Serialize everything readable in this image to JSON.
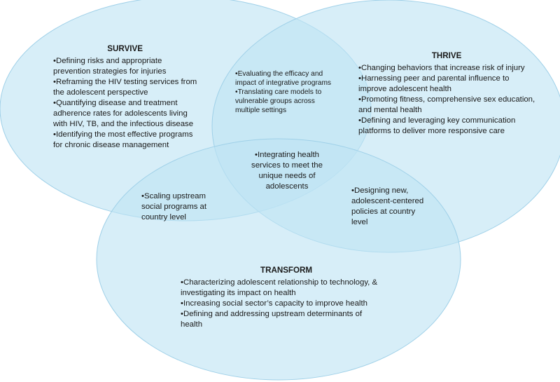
{
  "circles": {
    "fill": "#bfe3f3",
    "stroke": "#9fd0e8",
    "opacity": 0.62
  },
  "survive": {
    "title": "SURVIVE",
    "items": [
      "•Defining risks and appropriate",
      "prevention strategies for injuries",
      "•Reframing the HIV testing services from",
      "the adolescent perspective",
      "•Quantifying disease and treatment",
      "adherence rates for adolescents living",
      "with HIV, TB, and the infectious disease",
      "•Identifying the most effective programs",
      "for chronic disease management"
    ]
  },
  "thrive": {
    "title": "THRIVE",
    "items": [
      "•Changing behaviors that increase risk of injury",
      "•Harnessing peer and parental influence to",
      "improve adolescent health",
      "•Promoting fitness, comprehensive sex education,",
      "and mental health",
      "•Defining and leveraging key communication",
      "platforms to deliver more responsive care"
    ]
  },
  "transform": {
    "title": "TRANSFORM",
    "items": [
      "•Characterizing adolescent relationship to technology, &",
      "investigating its impact on health",
      "•Increasing social sector’s capacity to improve health",
      "•Defining and addressing upstream determinants of",
      "health"
    ]
  },
  "survive_thrive": {
    "items": [
      "•Evaluating the efficacy and",
      "impact of integrative programs",
      "•Translating care models to",
      "vulnerable groups across",
      "multiple settings"
    ]
  },
  "survive_transform": {
    "items": [
      "•Scaling upstream",
      "social programs at",
      "country level"
    ]
  },
  "thrive_transform": {
    "items": [
      "•Designing new,",
      "adolescent-centered",
      "policies at country",
      "level"
    ]
  },
  "center": {
    "items": [
      "•Integrating health",
      "services to meet the",
      "unique needs of",
      "adolescents"
    ]
  }
}
